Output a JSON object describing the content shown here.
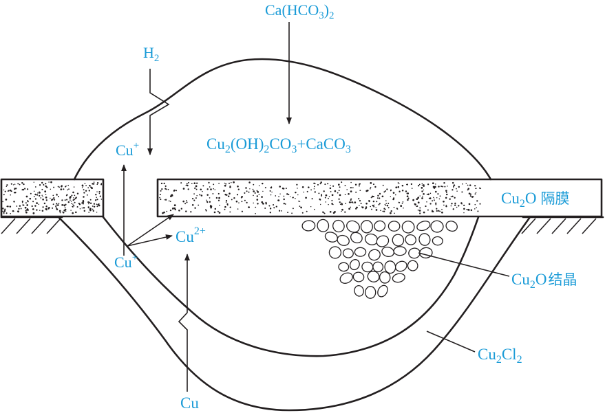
{
  "labels": {
    "bicarbonate": {
      "base": "Ca(HCO",
      "sub1": "3",
      "mid": ")",
      "sub2": "2"
    },
    "hydrogen": {
      "base": "H",
      "sub": "2"
    },
    "products": {
      "a": "Cu",
      "a_sub": "2",
      "b": "(OH)",
      "b_sub": "2",
      "c": "CO",
      "c_sub": "3",
      "d": "+CaCO",
      "d_sub": "3"
    },
    "cu_plus_upper": {
      "base": "Cu",
      "sup": "+"
    },
    "cu_plus_lower": {
      "base": "Cu",
      "sup": "+"
    },
    "cu_two_plus": {
      "base": "Cu",
      "sup": "2+"
    },
    "membrane": {
      "base": "Cu",
      "sub": "2",
      "rest": "O",
      "chinese": "隔膜"
    },
    "crystals": {
      "base": "Cu",
      "sub": "2",
      "rest": "O",
      "chinese": "结晶"
    },
    "chloride": {
      "base": "Cu",
      "sub1": "2",
      "mid": "Cl",
      "sub2": "2"
    },
    "copper": "Cu"
  },
  "colors": {
    "label": "#1a9bd7",
    "line": "#231f20",
    "fill": "#ffffff"
  }
}
